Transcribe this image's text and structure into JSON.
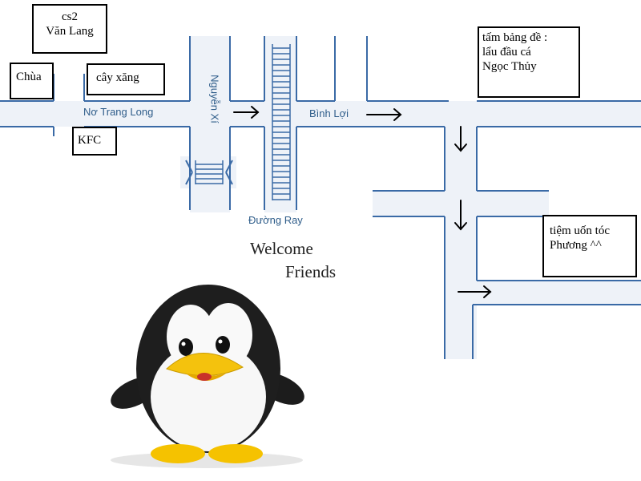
{
  "map": {
    "landmarks": {
      "campus": {
        "line1": "cs2",
        "line2": "Văn Lang"
      },
      "temple": "Chùa",
      "gas_station": "cây xăng",
      "kfc": "KFC",
      "sign": {
        "line1": "tấm bảng đề :",
        "line2": "lẩu đầu cá",
        "line3": "Ngọc Thủy"
      },
      "salon": {
        "line1": "tiệm uốn tóc",
        "line2": "Phương ^^"
      }
    },
    "streets": {
      "no_trang_long": "Nơ Trang Long",
      "nguyen_xi": "Nguyễn Xí",
      "binh_loi": "Bình Lợi",
      "duong_ray": "Đường Ray"
    },
    "route_arrows": [
      "right",
      "right",
      "down",
      "down",
      "right"
    ],
    "colors": {
      "road_edge": "#3a6aa6",
      "street_label": "#2f5d8a",
      "road_fill": "#eef2f8"
    }
  },
  "welcome": {
    "line1": "Welcome",
    "line2": "Friends"
  },
  "mascot": {
    "icon": "penguin-icon"
  }
}
